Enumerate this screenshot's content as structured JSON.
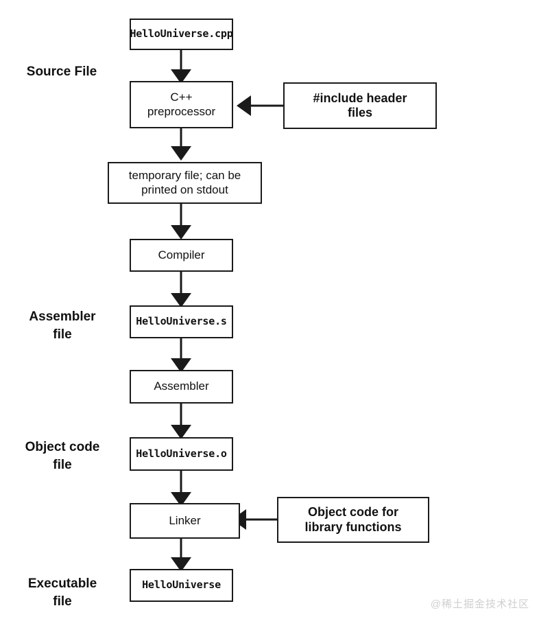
{
  "diagram": {
    "title": "C++ compilation pipeline",
    "colors": {
      "stroke": "#1a1a1a",
      "fill": "#ffffff",
      "text": "#111111",
      "watermark": "#cfcfcf"
    },
    "stage_labels": [
      {
        "id": "source-file",
        "text": "Source File"
      },
      {
        "id": "assembler-file",
        "text": "Assembler\nfile"
      },
      {
        "id": "object-code-file",
        "text": "Object code\nfile"
      },
      {
        "id": "executable-file",
        "text": "Executable\nfile"
      }
    ],
    "nodes": [
      {
        "id": "hellouniverse-cpp",
        "text": "HelloUniverse.cpp",
        "style": "mono"
      },
      {
        "id": "cpp-preprocessor",
        "text": "C++\npreprocessor",
        "style": "sans"
      },
      {
        "id": "include-header-files",
        "text": "#include header\nfiles",
        "style": "sans-bold"
      },
      {
        "id": "temporary-file",
        "text": "temporary file; can be\nprinted on stdout",
        "style": "sans"
      },
      {
        "id": "compiler",
        "text": "Compiler",
        "style": "sans"
      },
      {
        "id": "hellouniverse-s",
        "text": "HelloUniverse.s",
        "style": "mono"
      },
      {
        "id": "assembler",
        "text": "Assembler",
        "style": "sans"
      },
      {
        "id": "hellouniverse-o",
        "text": "HelloUniverse.o",
        "style": "mono"
      },
      {
        "id": "linker",
        "text": "Linker",
        "style": "sans"
      },
      {
        "id": "object-code-library",
        "text": "Object code for\nlibrary functions",
        "style": "sans-bold"
      },
      {
        "id": "hellouniverse",
        "text": "HelloUniverse",
        "style": "mono"
      }
    ],
    "edges": [
      {
        "from": "hellouniverse-cpp",
        "to": "cpp-preprocessor",
        "direction": "down"
      },
      {
        "from": "include-header-files",
        "to": "cpp-preprocessor",
        "direction": "left"
      },
      {
        "from": "cpp-preprocessor",
        "to": "temporary-file",
        "direction": "down"
      },
      {
        "from": "temporary-file",
        "to": "compiler",
        "direction": "down"
      },
      {
        "from": "compiler",
        "to": "hellouniverse-s",
        "direction": "down"
      },
      {
        "from": "hellouniverse-s",
        "to": "assembler",
        "direction": "down"
      },
      {
        "from": "assembler",
        "to": "hellouniverse-o",
        "direction": "down"
      },
      {
        "from": "hellouniverse-o",
        "to": "linker",
        "direction": "down"
      },
      {
        "from": "object-code-library",
        "to": "linker",
        "direction": "left"
      },
      {
        "from": "linker",
        "to": "hellouniverse",
        "direction": "down"
      }
    ],
    "watermark": "@稀土掘金技术社区"
  }
}
